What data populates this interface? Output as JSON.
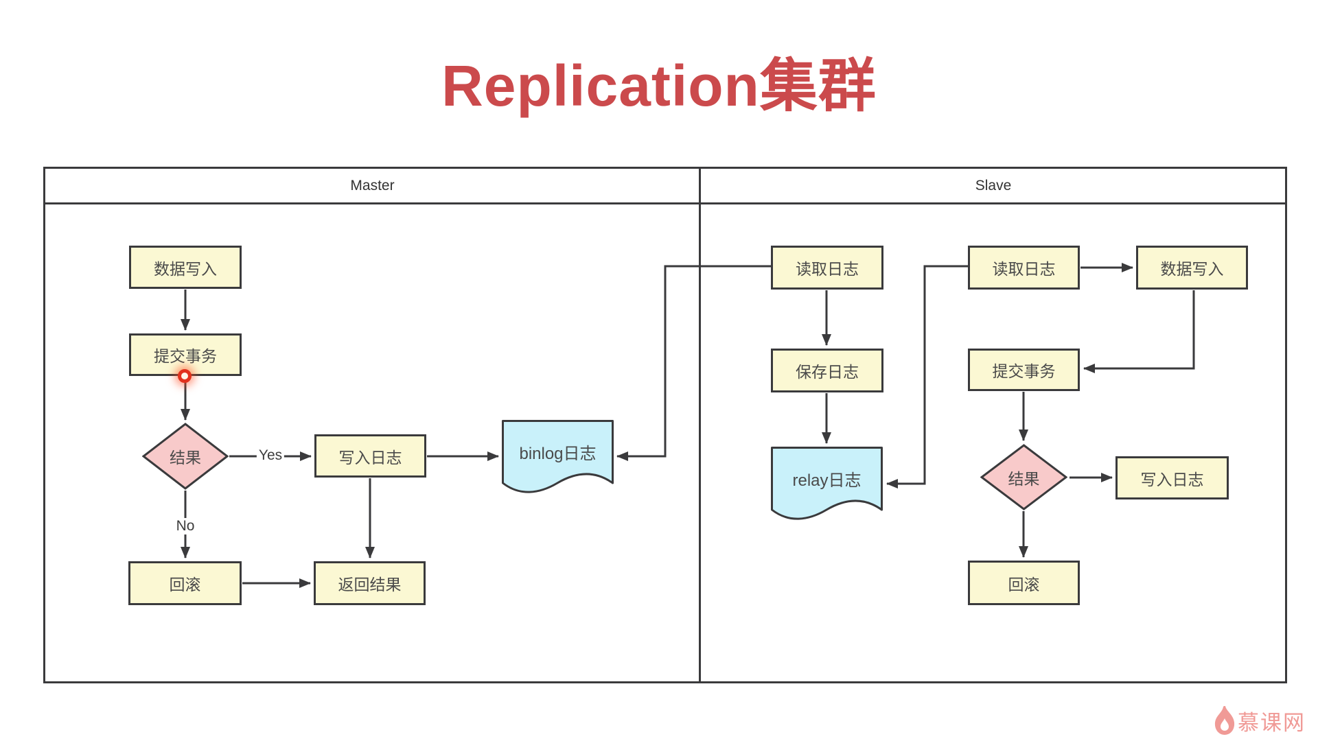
{
  "title": "Replication集群",
  "lanes": {
    "master": "Master",
    "slave": "Slave"
  },
  "edge_labels": {
    "yes": "Yes",
    "no": "No"
  },
  "master": {
    "data_write": "数据写入",
    "commit": "提交事务",
    "result": "结果",
    "write_log": "写入日志",
    "rollback": "回滚",
    "return_result": "返回结果",
    "binlog": "binlog日志"
  },
  "slave": {
    "read_log_1": "读取日志",
    "save_log": "保存日志",
    "relay": "relay日志",
    "read_log_2": "读取日志",
    "data_write": "数据写入",
    "commit": "提交事务",
    "result": "结果",
    "write_log": "写入日志",
    "rollback": "回滚"
  },
  "watermark": {
    "brand": "慕课网"
  },
  "icons": {
    "brand_flame": "flame-icon",
    "click_indicator": "red-click-dot"
  },
  "colors": {
    "accent_red": "#cb4a4c",
    "node_yellow": "#fbf8d3",
    "node_pink": "#f8caca",
    "node_blue": "#c9f1fa",
    "line_dark": "#3a3a3c",
    "logo_pink": "#f09a96"
  }
}
